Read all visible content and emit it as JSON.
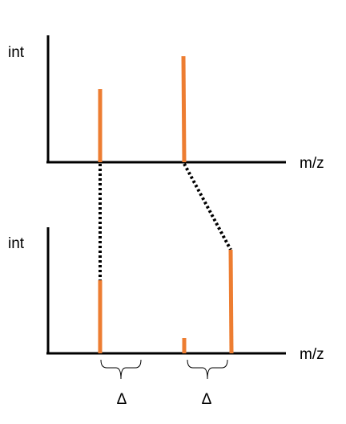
{
  "top_panel": {
    "y_label": "int",
    "x_label": "m/z"
  },
  "bottom_panel": {
    "y_label": "int",
    "x_label": "m/z"
  },
  "delta_labels": [
    "Δ",
    "Δ"
  ],
  "colors": {
    "peak": "#ED7D31",
    "axis": "#000000",
    "connector": "#000000"
  }
}
